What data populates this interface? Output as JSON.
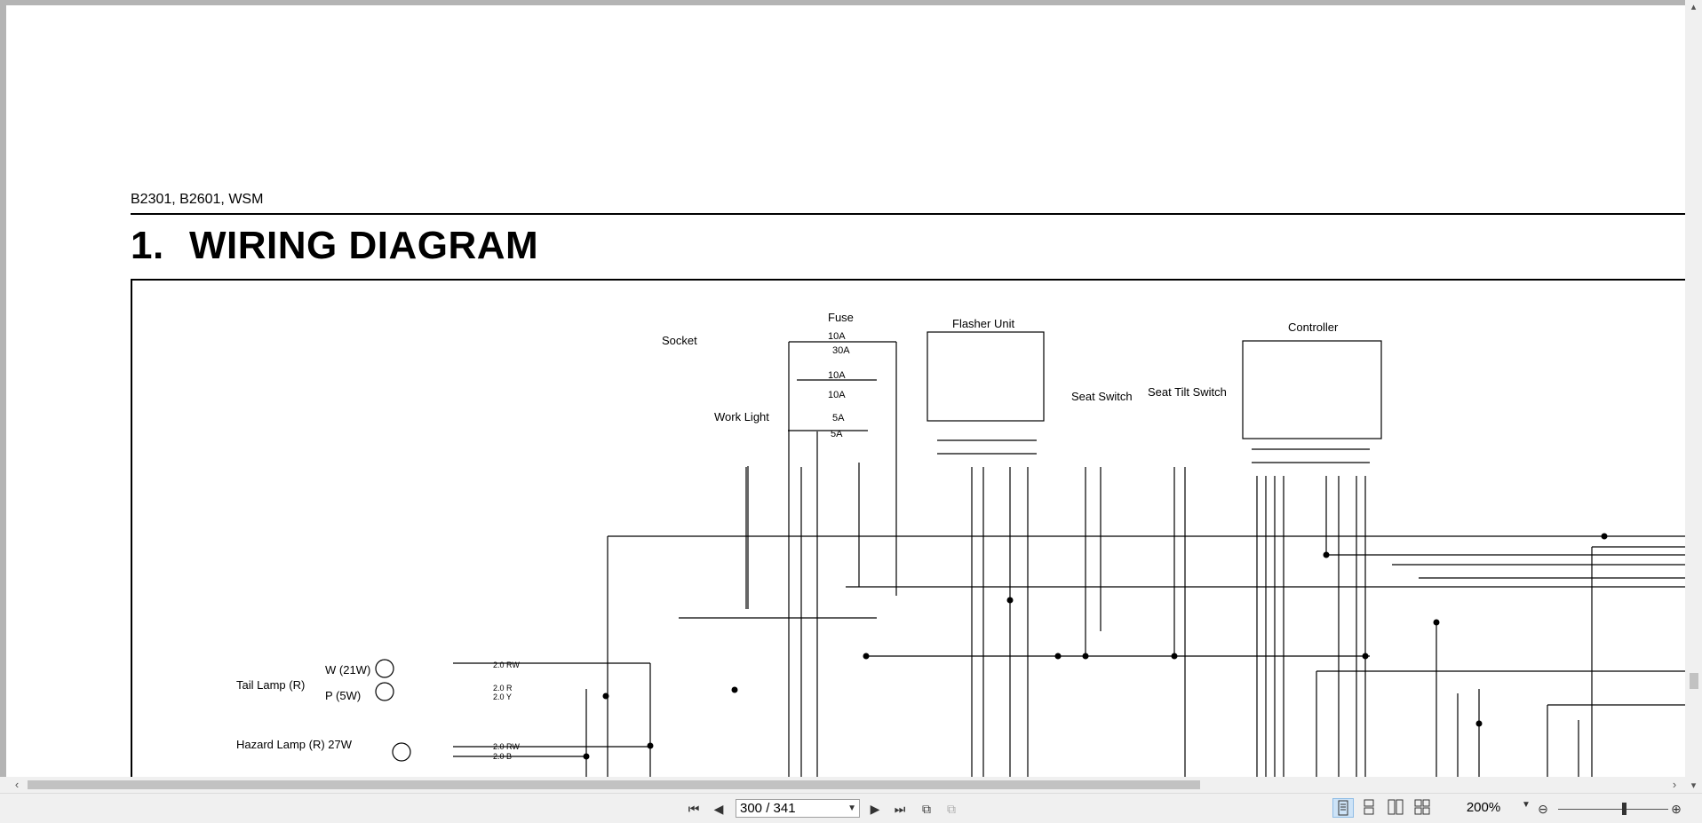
{
  "document": {
    "header": "B2301, B2601, WSM",
    "section_number": "1.",
    "section_title": "WIRING DIAGRAM"
  },
  "diagram": {
    "labels": {
      "fuse": "Fuse",
      "socket": "Socket",
      "work_light": "Work Light",
      "flasher_unit": "Flasher Unit",
      "seat_switch": "Seat Switch",
      "seat_tilt_switch": "Seat Tilt Switch",
      "controller": "Controller",
      "tail_lamp": "Tail Lamp (R)",
      "tail_w": "W (21W)",
      "tail_p": "P (5W)",
      "hazard_lamp": "Hazard Lamp (R) 27W",
      "fuse_10a_1": "10A",
      "fuse_30a": "30A",
      "fuse_10a_2": "10A",
      "fuse_10a_3": "10A",
      "fuse_5a": "5A",
      "fuse_5a_2": "5A",
      "wire_rw": "2.0 RW",
      "wire_r": "2.0 R",
      "wire_y": "2.0 Y",
      "wire_haz_rw": "2.0 RW",
      "wire_haz_b": "2.0 B"
    }
  },
  "toolbar": {
    "page_indicator": "300 / 341",
    "zoom": "200%"
  },
  "icons": {
    "first": "first-page-icon",
    "prev": "prev-page-icon",
    "next": "next-page-icon",
    "last": "last-page-icon",
    "prev_view": "previous-view-icon",
    "next_view": "next-view-icon"
  }
}
